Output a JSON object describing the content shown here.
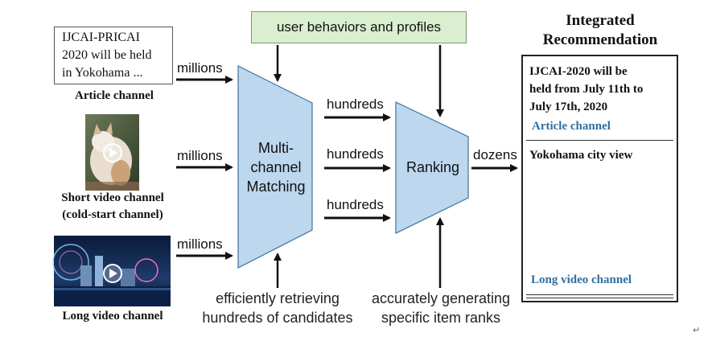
{
  "article": {
    "text": "IJCAI-PRICAI\n2020 will be held\nin Yokohama ...",
    "label": "Article channel"
  },
  "short_video": {
    "label_line1": "Short video channel",
    "label_line2": "(cold-start channel)"
  },
  "long_video": {
    "label": "Long video channel"
  },
  "flows": {
    "millions_1": "millions",
    "millions_2": "millions",
    "millions_3": "millions",
    "hundreds_1": "hundreds",
    "hundreds_2": "hundreds",
    "hundreds_3": "hundreds",
    "dozens": "dozens"
  },
  "user_box": "user behaviors and profiles",
  "matching": {
    "line1": "Multi-",
    "line2": "channel",
    "line3": "Matching"
  },
  "ranking": "Ranking",
  "notes": {
    "retrieve_line1": "efficiently retrieving",
    "retrieve_line2": "hundreds of candidates",
    "rank_line1": "accurately generating",
    "rank_line2": "specific item ranks"
  },
  "integrated": {
    "title_line1": "Integrated",
    "title_line2": "Recommendation",
    "article_text_1": "IJCAI-2020 will be",
    "article_text_2": "held from July 11th to",
    "article_text_3": "July 17th, 2020",
    "article_channel": "Article channel",
    "video_title": "Yokohama city view",
    "video_channel": "Long video channel"
  },
  "corner_mark": "↵",
  "colors": {
    "shape_fill": "#bdd7ee",
    "shape_stroke": "#41719c",
    "user_box_fill": "#d9efcf",
    "channel_blue": "#2f6fa0",
    "arrow": "#111111"
  },
  "icons": [
    "play-icon"
  ]
}
